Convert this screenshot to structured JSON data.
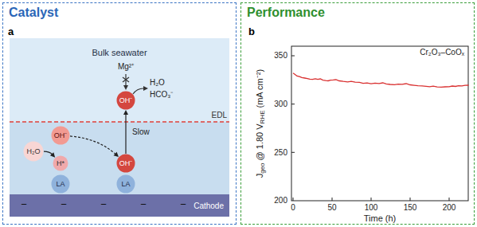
{
  "diagram": {
    "nodes": [
      {
        "text": [
          "Catalyst"
        ]
      },
      {
        "text": [
          "Bulk seawater"
        ],
        "in": 0
      },
      {
        "text": [
          "OH⁻"
        ],
        "in": 1
      },
      {
        "text": [
          "OH⁻"
        ],
        "in": 0
      },
      {
        "text": [
          "H₂O"
        ],
        "in": 0
      },
      {
        "text": [
          "H*"
        ],
        "in": 0
      },
      {
        "text": [
          "OH⁻"
        ],
        "in": 0
      },
      {
        "text": [
          "LA"
        ],
        "in": 0
      },
      {
        "text": [
          "LA"
        ],
        "in": 0
      },
      {
        "text": [
          "Cathode"
        ],
        "in": 0
      },
      {
        "text": [
          "Performance"
        ]
      }
    ],
    "edges": [
      {
        "from": 4,
        "to": 5,
        "arrow": "to"
      },
      {
        "from": 3,
        "to": 6,
        "arrow": "to"
      },
      {
        "from": 6,
        "to": 2,
        "arrow": "to",
        "label": "Slow"
      }
    ],
    "labels": [
      "a",
      "Mg²⁺",
      "H₂O",
      "HCO₃⁻",
      "EDL",
      "−",
      "−",
      "−",
      "−",
      "−",
      "b",
      "Cr₂O₃–CoOₓ",
      "350",
      "300",
      "250",
      "200",
      "0",
      "50",
      "100",
      "150",
      "200",
      "Time (h)",
      "J",
      "geo",
      "@ 1.80 V",
      "RHE",
      "(mA cm⁻²)"
    ]
  }
}
